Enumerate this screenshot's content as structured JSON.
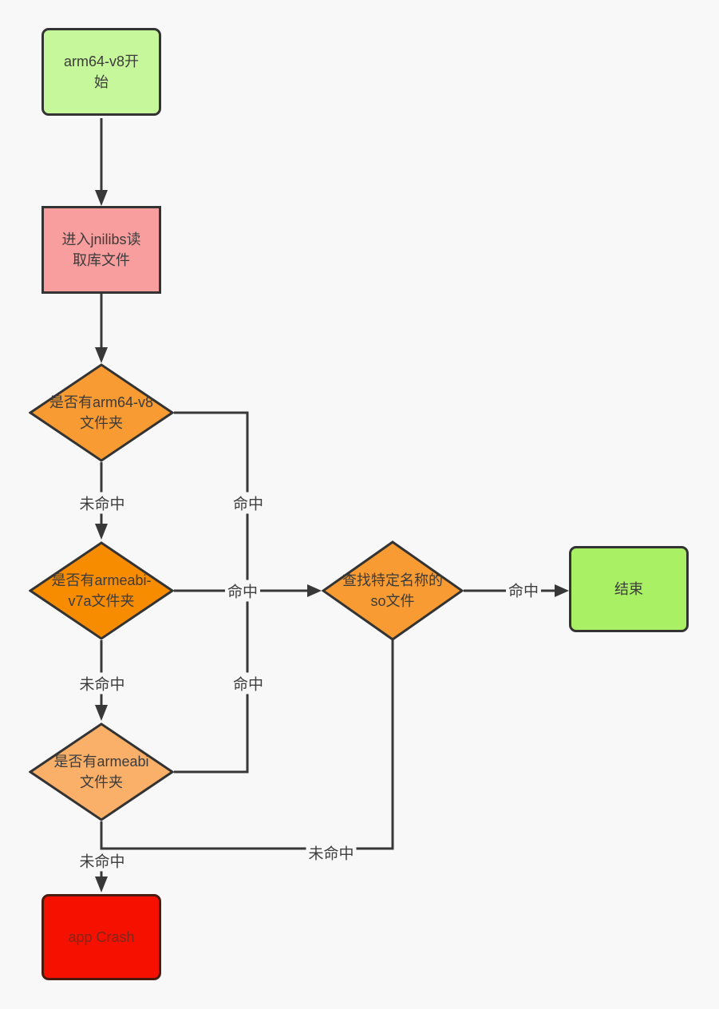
{
  "diagram": {
    "background": "#f8f8f8",
    "line_color": "#383838",
    "border_color": "#333333",
    "nodes": {
      "start": {
        "label": "arm64-v8开\n始",
        "fill": "#c6f79b"
      },
      "read_jnilibs": {
        "label": "进入jnilibs读\n取库文件",
        "fill": "#f99e9e"
      },
      "check_arm64_v8": {
        "label": "是否有arm64-v8\n文件夹",
        "fill": "#f89b32"
      },
      "check_armeabi_v7a": {
        "label": "是否有armeabi-\nv7a文件夹",
        "fill": "#f78c00"
      },
      "check_armeabi": {
        "label": "是否有armeabi\n文件夹",
        "fill": "#fab069"
      },
      "find_so": {
        "label": "查找特定名称的\nso文件",
        "fill": "#f89b32"
      },
      "end": {
        "label": "结束",
        "fill": "#aaf065"
      },
      "crash": {
        "label": "app Crash",
        "fill": "#f51000",
        "text_color": "#7a2a1e"
      }
    },
    "edge_labels": {
      "arm64_miss": "未命中",
      "arm64_hit": "命中",
      "v7a_hit": "命中",
      "v7a_miss": "未命中",
      "armeabi_hit": "命中",
      "find_so_hit": "命中",
      "armeabi_miss": "未命中",
      "find_so_miss": "未命中"
    }
  }
}
